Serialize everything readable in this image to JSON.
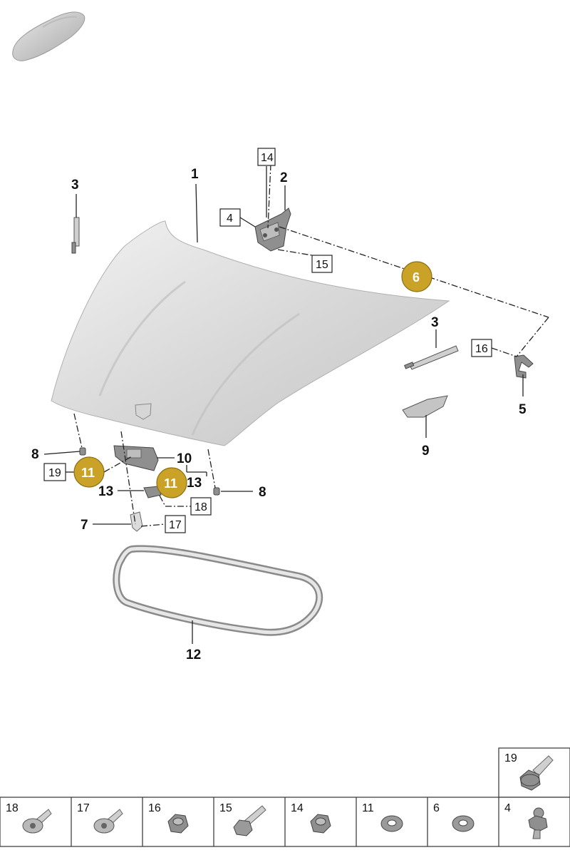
{
  "callouts": {
    "c1": "1",
    "c2": "2",
    "c3a": "3",
    "c3b": "3",
    "c5": "5",
    "c7": "7",
    "c8a": "8",
    "c8b": "8",
    "c9": "9",
    "c10": "10",
    "c12": "12",
    "c13a": "13",
    "c13b": "13"
  },
  "boxed_callouts": {
    "b4": "4",
    "b14": "14",
    "b15": "15",
    "b16": "16",
    "b17": "17",
    "b18": "18",
    "b19": "19"
  },
  "circle_callouts": {
    "c6": "6",
    "c11a": "11",
    "c11b": "11"
  },
  "highlight_color": "#c9a227",
  "hardware_top": [
    {
      "num": "19",
      "icon": "hex-flange-bolt-icon"
    }
  ],
  "hardware_row": [
    {
      "num": "18",
      "icon": "torx-screw-icon"
    },
    {
      "num": "17",
      "icon": "torx-screw-icon"
    },
    {
      "num": "16",
      "icon": "hex-nut-icon"
    },
    {
      "num": "15",
      "icon": "hex-bolt-icon"
    },
    {
      "num": "14",
      "icon": "hex-nut-icon"
    },
    {
      "num": "11",
      "icon": "washer-icon"
    },
    {
      "num": "6",
      "icon": "washer-icon"
    },
    {
      "num": "4",
      "icon": "ball-stud-icon"
    }
  ]
}
